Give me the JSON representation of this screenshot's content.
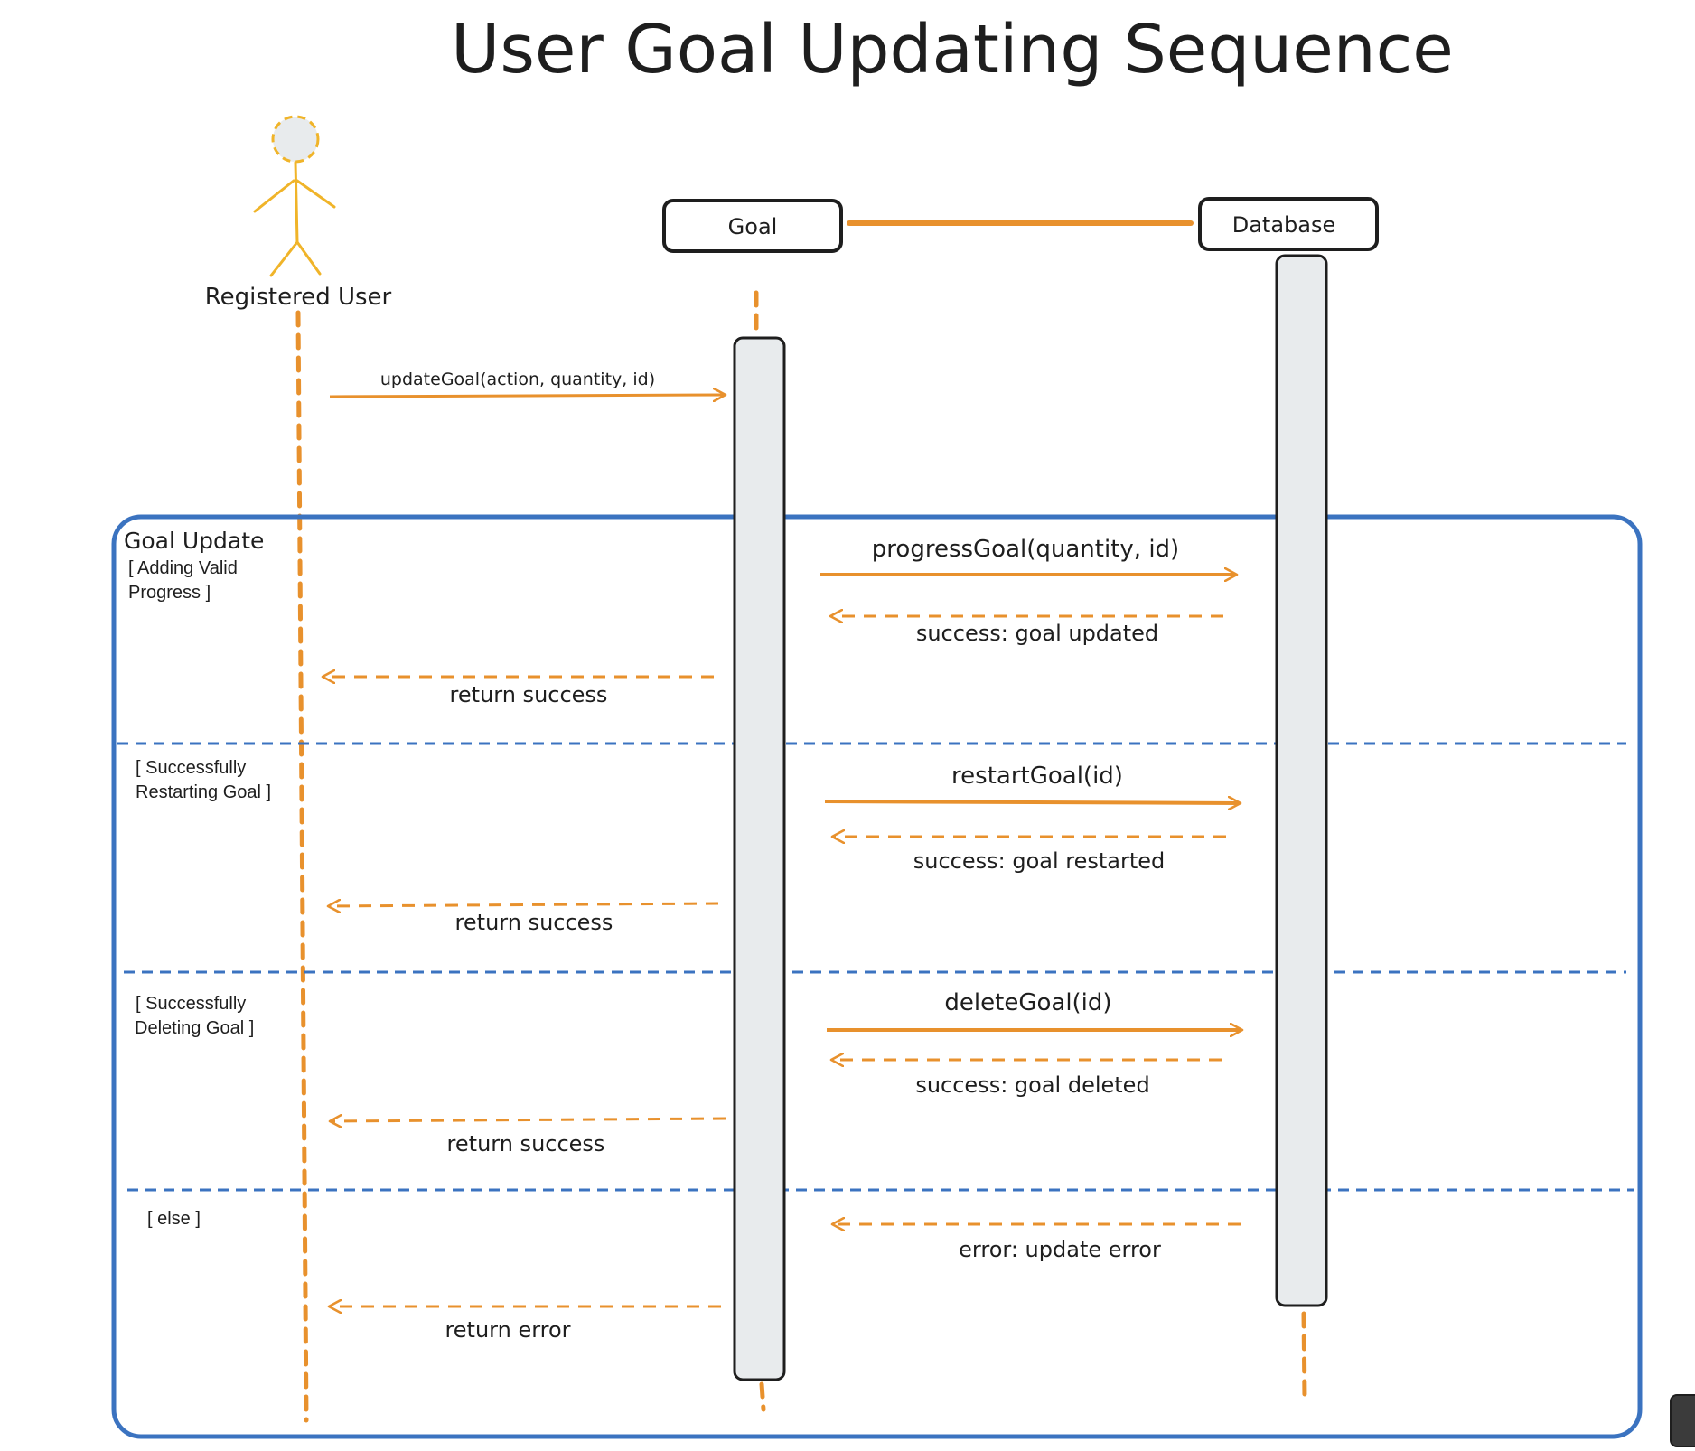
{
  "title": "User Goal Updating Sequence",
  "actor": {
    "label": "Registered User"
  },
  "participants": {
    "goal": "Goal",
    "database": "Database"
  },
  "messages": {
    "update_goal": "updateGoal(action, quantity, id)",
    "progress_goal": "progressGoal(quantity, id)",
    "goal_updated": "success: goal updated",
    "return_success_1": "return success",
    "restart_goal": "restartGoal(id)",
    "goal_restarted": "success: goal restarted",
    "return_success_2": "return success",
    "delete_goal": "deleteGoal(id)",
    "goal_deleted": "success: goal deleted",
    "return_success_3": "return success",
    "update_error": "error: update error",
    "return_error": "return error"
  },
  "frame": {
    "label": "Goal Update",
    "guards": {
      "g1_line1": "[ Adding Valid",
      "g1_line2": "Progress ]",
      "g2_line1": "[ Successfully",
      "g2_line2": "Restarting Goal ]",
      "g3_line1": "[ Successfully",
      "g3_line2": "Deleting Goal ]",
      "g4": "[ else ]"
    }
  },
  "colors": {
    "arrow": "#e8912d",
    "actor": "#f0b429",
    "frame": "#3b73c0",
    "activation_fill": "#e8ebed",
    "stroke": "#1e1e1e"
  }
}
